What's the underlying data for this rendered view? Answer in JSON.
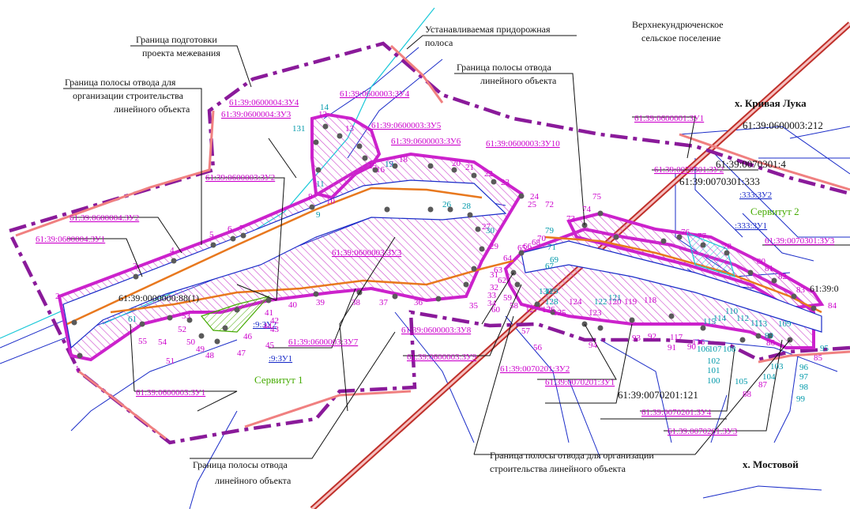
{
  "map": {
    "colors": {
      "boundary_dashdot": "#8a1a9a",
      "right_of_way": "#cc22cc",
      "hatch": "#cc44cc",
      "road_red": "#c0302a",
      "road_fill": "#f4a0a0",
      "blue_line": "#1a2cc8",
      "cyan_line": "#19c8d8",
      "orange_line": "#e8781e",
      "points": "#666666",
      "pink_line": "#f08080",
      "servitude_green": "#44aa00"
    },
    "callouts": {
      "prep_boundary": [
        "Граница  подготовки",
        "проекта межевания"
      ],
      "roadside_strip": [
        "Устанавливаемая  придорожная",
        "полоса"
      ],
      "settlement": [
        "Верхнекундрюченское",
        "сельское поселение"
      ],
      "row_boundary_top": [
        "Граница полосы отвода",
        "линейного объекта"
      ],
      "row_construction_left": [
        "Граница полосы отвода для",
        "организации строительства",
        "линейного объекта"
      ],
      "row_boundary_bottom": [
        "Граница полосы отвода",
        "линейного объекта"
      ],
      "row_construction_bottom": [
        "Граница полосы отвода для  организации",
        "строительства линейного объекта"
      ]
    },
    "places": {
      "kriv_luka": "х. Кривая Лука",
      "mostovoy": "х. Мостовой"
    },
    "servitudes": {
      "s1": "Сервитут 1",
      "s2": "Сервитут 2"
    },
    "cadastral_black": {
      "c212": "61:39:0600003:212",
      "c4": "61:39:0070301:4",
      "c333": "61:39:0070301:333",
      "c121": "61:39:0070201:121",
      "c88": "61:39:0000000:88(1)",
      "c0": "61:39:0"
    },
    "parcels": {
      "p0600004_zu4": "61:39:0600004:ЗУ4",
      "p0600004_zu3": "61:39:0600004:ЗУ3",
      "p0600003_zu4": "61:39:0600003:ЗУ4",
      "p0600003_zu5": "61:39:0600003:ЗУ5",
      "p0600003_zu6": "61:39:0600003:ЗУ6",
      "p0600003_zu10": "61:39:0600003:ЗУ10",
      "p0600001_zu1": "61:39:0600001:ЗУ1",
      "p0070301_zu2": "61:39:0070301:ЗУ2",
      "p0070301_zu3": "61:39:0070301:ЗУ3",
      "p0600003_zu2": "61:39:0600003:ЗУ2",
      "p0600004_zu2": "61:39:0600004:ЗУ2",
      "p0600004_zu1": "61:39:0600004:ЗУ1",
      "p0600003_zu3": "61:39:0600003:ЗУ3",
      "p0600003_zu7": "61:39:0600003:ЗУ7",
      "p0600003_zu8": "61:39:0600003:ЗУ8",
      "p0600003_zu9": "61:39:0600003:ЗУ9",
      "p0600003_zu1": "61:39:0600003:ЗУ1",
      "p0070201_zu2": "61:39:0070201:ЗУ2",
      "p0070201_zu1": "61:39:0070201:ЗУ1",
      "p0070201_zu4": "61:39:0070201:ЗУ4",
      "p0070201_zu3": "61:39:0070201:ЗУ3"
    },
    "blue_labels": {
      "b333zu2": ":333:ЗУ2",
      "b333zu1": ":333:ЗУ1",
      "b9zu2": ":9:ЗУ2",
      "b9zu1": ":9:ЗУ1"
    },
    "point_numbers": [
      "1",
      "2",
      "3",
      "4",
      "5",
      "6",
      "7",
      "8",
      "9",
      "10",
      "11",
      "12",
      "13",
      "14",
      "15",
      "16",
      "17",
      "18",
      "19",
      "20",
      "21",
      "22",
      "23",
      "24",
      "25",
      "26",
      "27",
      "28",
      "29",
      "30",
      "31",
      "32",
      "33",
      "34",
      "35",
      "36",
      "37",
      "38",
      "39",
      "40",
      "41",
      "42",
      "43",
      "44",
      "45",
      "46",
      "47",
      "48",
      "49",
      "50",
      "51",
      "52",
      "53",
      "54",
      "55",
      "56",
      "57",
      "58",
      "59",
      "60",
      "61",
      "62",
      "63",
      "64",
      "65",
      "66",
      "67",
      "68",
      "69",
      "70",
      "71",
      "72",
      "73",
      "74",
      "75",
      "76",
      "77",
      "78",
      "79",
      "80",
      "81",
      "82",
      "83",
      "84",
      "85",
      "86",
      "87",
      "88",
      "89",
      "90",
      "91",
      "92",
      "93",
      "94",
      "95",
      "96",
      "97",
      "98",
      "99",
      "100",
      "101",
      "102",
      "103",
      "104",
      "105",
      "106",
      "107",
      "108",
      "109",
      "110",
      "111",
      "112",
      "113",
      "114",
      "115",
      "116",
      "117",
      "118",
      "119",
      "120",
      "121",
      "122",
      "123",
      "124",
      "125",
      "126",
      "127",
      "128",
      "129",
      "130",
      "131"
    ]
  }
}
